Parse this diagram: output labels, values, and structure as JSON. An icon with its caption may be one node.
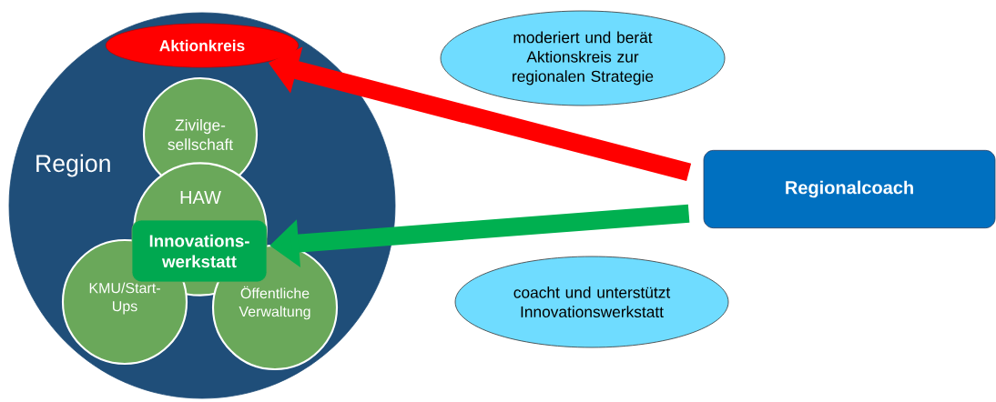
{
  "diagram": {
    "nodes": [
      {
        "text": [
          "Region"
        ]
      },
      {
        "text": [
          "Aktionkreis"
        ],
        "in": 0
      },
      {
        "text": [
          "Zivilge- sellschaft"
        ],
        "in": 0
      },
      {
        "text": [
          "HAW"
        ],
        "in": 0
      },
      {
        "text": [
          "Innovations- werkstatt"
        ],
        "in": 3
      },
      {
        "text": [
          "KMU/Start- Ups"
        ],
        "in": 0
      },
      {
        "text": [
          "Öffentliche Verwaltung"
        ],
        "in": 0
      },
      {
        "text": [
          "moderiert und berät Aktionskreis zur regionalen Strategie"
        ]
      },
      {
        "text": [
          "Regionalcoach"
        ]
      },
      {
        "text": [
          "coacht und unterstützt Innovationswerkstatt"
        ]
      }
    ],
    "edges": [
      {
        "from": 8,
        "to": 1,
        "arrow": "to",
        "color": "#ff0000"
      },
      {
        "from": 8,
        "to": 4,
        "arrow": "to",
        "color": "#00b050"
      }
    ]
  }
}
